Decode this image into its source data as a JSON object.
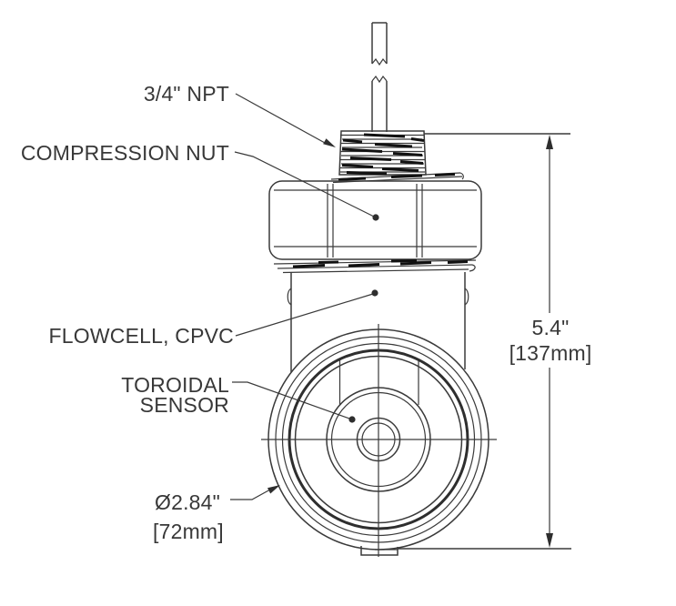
{
  "diagram": {
    "type": "technical-drawing",
    "subject": "Toroidal sensor in CPVC flowcell with compression nut",
    "labels": {
      "npt": "3/4\" NPT",
      "compression_nut": "COMPRESSION NUT",
      "flowcell": "FLOWCELL, CPVC",
      "toroidal_1": "TOROIDAL",
      "toroidal_2": "SENSOR",
      "diameter_inches": "Ø2.84\"",
      "diameter_mm": "[72mm]",
      "height_inches": "5.4\"",
      "height_mm": "[137mm]"
    },
    "dimensions": {
      "overall_height_in": 5.4,
      "overall_height_mm": 137,
      "body_diameter_in": 2.84,
      "body_diameter_mm": 72,
      "thread_size": "3/4\" NPT"
    },
    "colors": {
      "line": "#3a3a3a",
      "text": "#383838",
      "background": "#ffffff"
    }
  }
}
